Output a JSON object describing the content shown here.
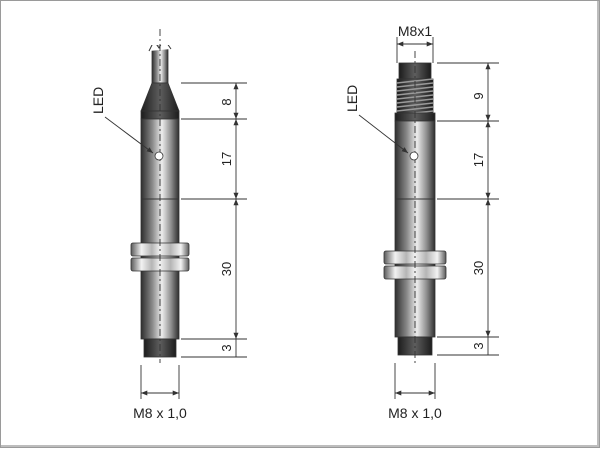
{
  "colors": {
    "body_dark": "#2e2e2e",
    "body_mid": "#8a8a8a",
    "body_light": "#ededed",
    "nut_light": "#f2f2f2",
    "line": "#333333"
  },
  "sensor_cable": {
    "led_label": "LED",
    "dims": [
      "8",
      "17",
      "30",
      "3"
    ],
    "thread_label": "M8 x 1,0"
  },
  "sensor_connector": {
    "connector_label": "M8x1",
    "led_label": "LED",
    "dims": [
      "9",
      "17",
      "30",
      "3"
    ],
    "thread_label": "M8 x 1,0"
  }
}
